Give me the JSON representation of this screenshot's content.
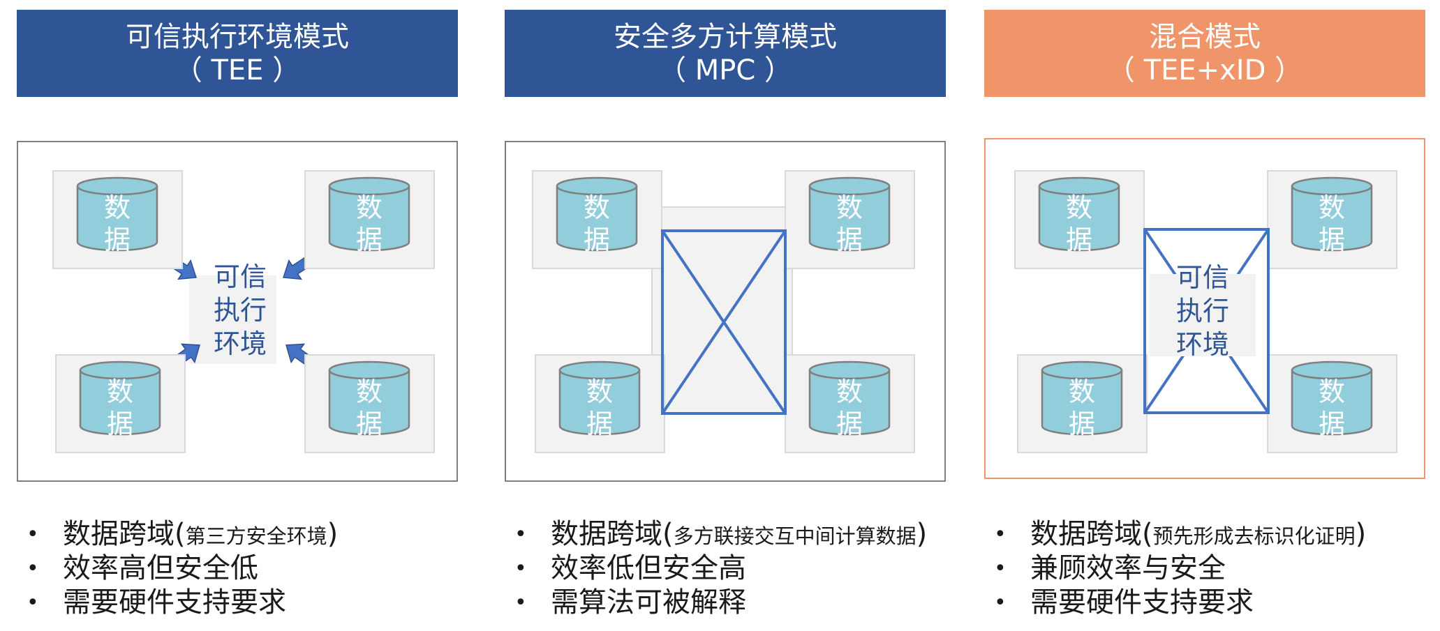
{
  "modes": [
    {
      "id": "tee",
      "title": "可信执行环境模式",
      "subtitle": "（ TEE ）",
      "header_color": "#2f5597",
      "border_color": "#7f7f7f",
      "center_label": [
        "可信",
        "执行",
        "环境"
      ],
      "data_label": [
        "数",
        "据"
      ],
      "bullets": [
        {
          "main": "数据跨域(",
          "small": "第三方安全环境",
          "end": ")"
        },
        {
          "main": "效率高但安全低",
          "small": "",
          "end": ""
        },
        {
          "main": "需要硬件支持要求",
          "small": "",
          "end": ""
        }
      ]
    },
    {
      "id": "mpc",
      "title": "安全多方计算模式",
      "subtitle": "（ MPC ）",
      "header_color": "#2f5597",
      "border_color": "#7f7f7f",
      "center_label": [],
      "data_label": [
        "数",
        "据"
      ],
      "bullets": [
        {
          "main": "数据跨域(",
          "small": "多方联接交互中间计算数据",
          "end": ")"
        },
        {
          "main": "效率低但安全高",
          "small": "",
          "end": ""
        },
        {
          "main": "需算法可被解释",
          "small": "",
          "end": ""
        }
      ]
    },
    {
      "id": "hybrid",
      "title": "混合模式",
      "subtitle": "（ TEE+xID ）",
      "header_color": "#f0956a",
      "border_color": "#f0956a",
      "center_label": [
        "可信",
        "执行",
        "环境"
      ],
      "data_label": [
        "数",
        "据"
      ],
      "bullets": [
        {
          "main": "数据跨域(",
          "small": "预先形成去标识化证明",
          "end": ")"
        },
        {
          "main": "兼顾效率与安全",
          "small": "",
          "end": ""
        },
        {
          "main": "需要硬件支持要求",
          "small": "",
          "end": ""
        }
      ]
    }
  ],
  "colors": {
    "cylinder_fill": "#92cddc",
    "cylinder_stroke": "#7f7f7f",
    "cylinder_text": "#ffffff",
    "box_fill": "#f2f2f2",
    "box_stroke": "#d9d9d9",
    "link_blue": "#4472c4",
    "label_blue": "#2f5597"
  },
  "icons": {
    "arrow": "arrow-icon",
    "database": "database-cylinder-icon",
    "cross": "cross-link-icon"
  }
}
